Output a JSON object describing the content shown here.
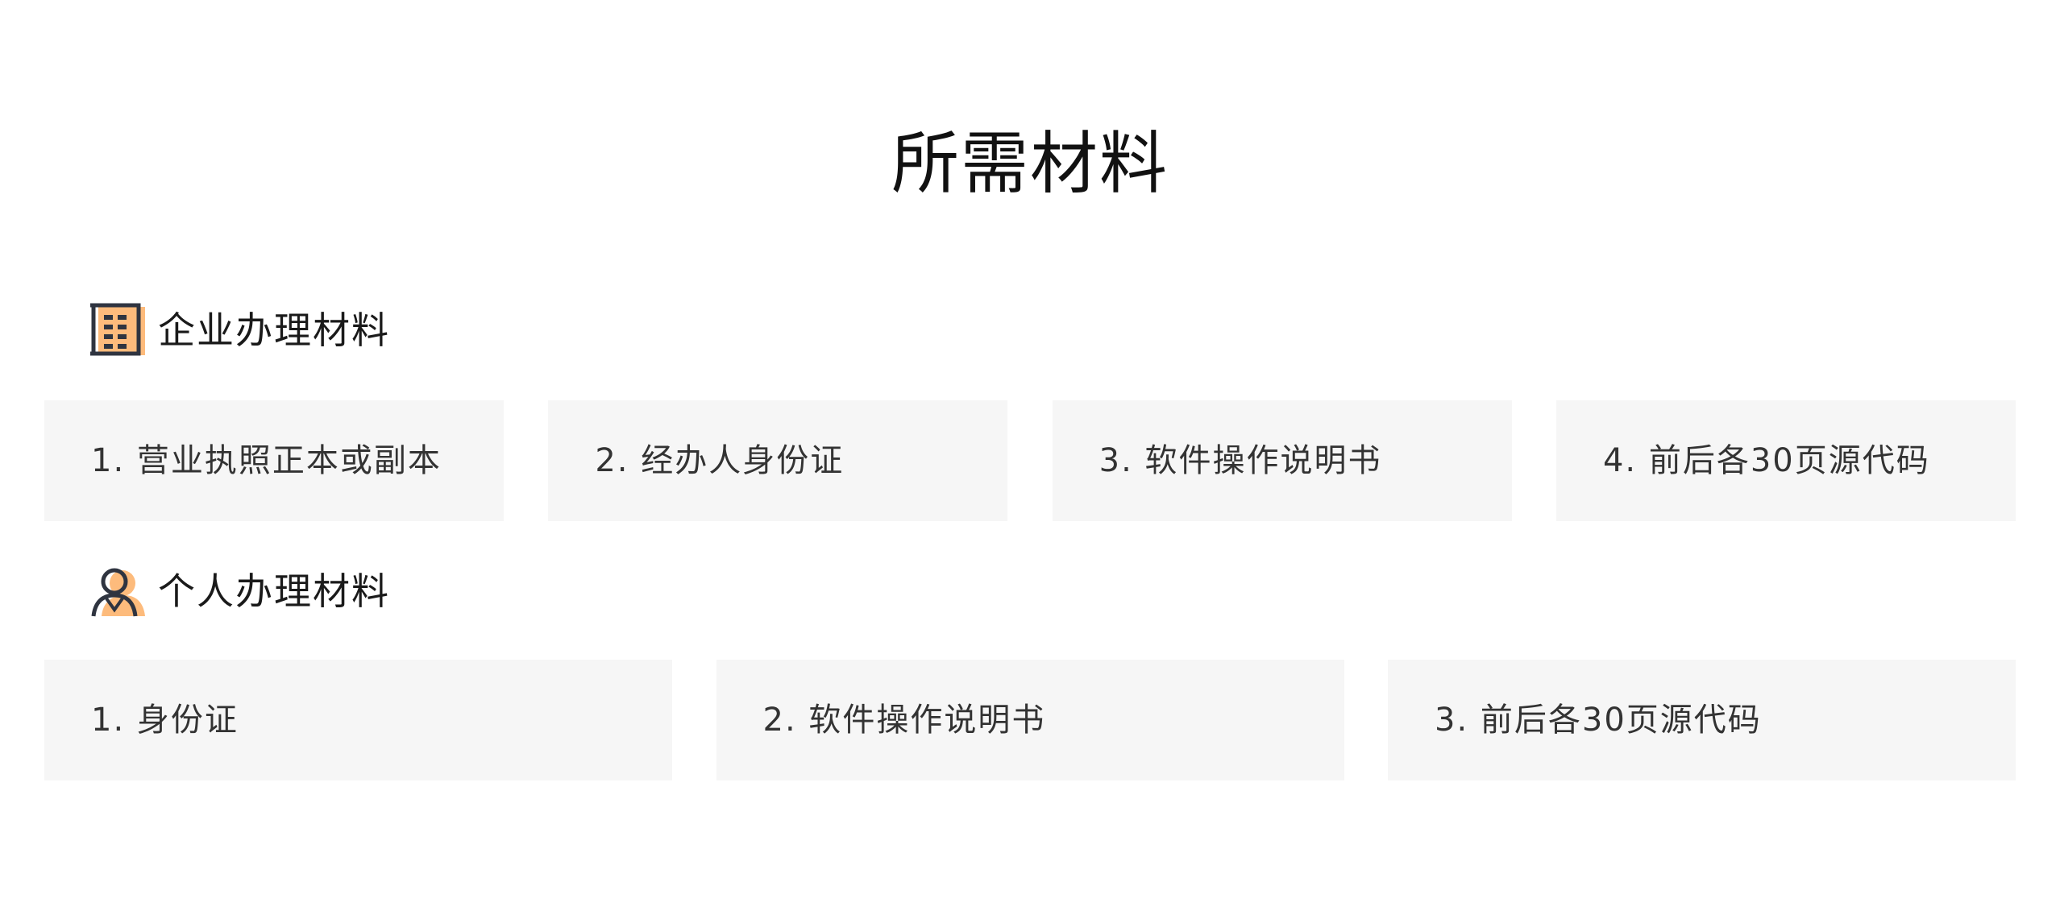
{
  "page": {
    "title": "所需材料"
  },
  "enterprise": {
    "icon": "building-icon",
    "title": "企业办理材料",
    "items": [
      "1. 营业执照正本或副本",
      "2. 经办人身份证",
      "3. 软件操作说明书",
      "4. 前后各30页源代码"
    ]
  },
  "personal": {
    "icon": "person-icon",
    "title": "个人办理材料",
    "items": [
      "1. 身份证",
      "2. 软件操作说明书",
      "3. 前后各30页源代码"
    ]
  },
  "colors": {
    "accent": "#fdbb7c",
    "icon_stroke": "#2f3440",
    "card_bg": "#f6f6f6"
  }
}
